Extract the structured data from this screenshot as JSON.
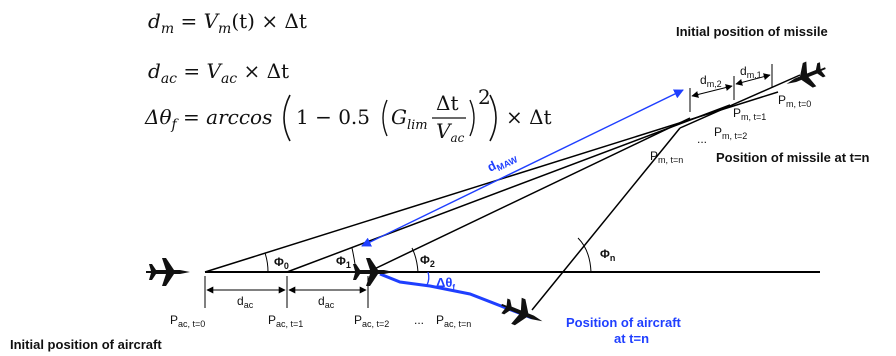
{
  "equations": {
    "eq1": {
      "lhs": "d",
      "lhs_sub": "m",
      "rhs_a": "V",
      "rhs_a_sub": "m",
      "rhs_b": "(t)  × Δt"
    },
    "eq2": {
      "lhs": "d",
      "lhs_sub": "ac",
      "rhs_a": "V",
      "rhs_a_sub": "ac",
      "rhs_b": "  × Δt"
    },
    "eq3": {
      "lhs": "Δθ",
      "lhs_sub": "f",
      "func": "= arccos",
      "one": "1 − 0.5",
      "g": "G",
      "g_sub": "lim",
      "num": "Δt",
      "den": "V",
      "den_sub": "ac",
      "pow": "2",
      "tail": "× Δt"
    }
  },
  "labels": {
    "initial_missile": "Initial position of missile",
    "missile_tn": "Position of missile at t=n",
    "initial_aircraft": "Initial position of aircraft",
    "aircraft_tn_line1": "Position of aircraft",
    "aircraft_tn_line2": "at t=n",
    "d_maw": "d",
    "d_maw_sub": "MAW",
    "delta_theta": "Δθ",
    "delta_theta_sub": "f",
    "ellipsis": "..."
  },
  "missile_points": [
    {
      "base": "P",
      "sub": "m, t=0"
    },
    {
      "base": "P",
      "sub": "m, t=1"
    },
    {
      "base": "P",
      "sub": "m, t=2"
    },
    {
      "base": "P",
      "sub": "m, t=n"
    }
  ],
  "missile_distances": [
    {
      "base": "d",
      "sub": "m,1"
    },
    {
      "base": "d",
      "sub": "m,2"
    }
  ],
  "aircraft_points": [
    {
      "base": "P",
      "sub": "ac, t=0"
    },
    {
      "base": "P",
      "sub": "ac, t=1"
    },
    {
      "base": "P",
      "sub": "ac, t=2"
    },
    {
      "base": "P",
      "sub": "ac, t=n"
    }
  ],
  "aircraft_distances": [
    {
      "base": "d",
      "sub": "ac"
    },
    {
      "base": "d",
      "sub": "ac"
    }
  ],
  "angles": [
    {
      "base": "Φ",
      "sub": "0"
    },
    {
      "base": "Φ",
      "sub": "1"
    },
    {
      "base": "Φ",
      "sub": "2"
    },
    {
      "base": "Φ",
      "sub": "n"
    }
  ],
  "colors": {
    "line": "#000000",
    "accent": "#1f3fff",
    "aircraft": "#111111"
  }
}
